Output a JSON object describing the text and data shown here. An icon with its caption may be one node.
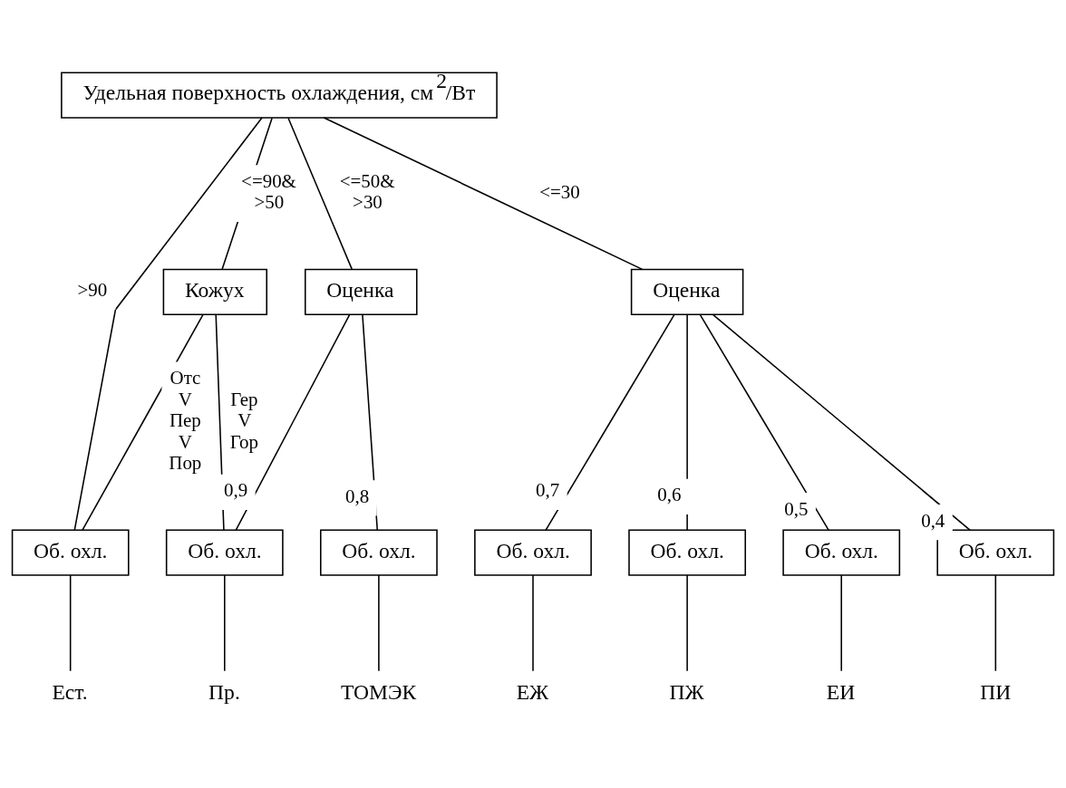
{
  "diagram": {
    "nodes": [
      {
        "text": [
          "Удельная поверхность охлаждения, см$^{2}$/Вт"
        ]
      },
      {
        "text": [
          "Кожух"
        ]
      },
      {
        "text": [
          "Оценка"
        ]
      },
      {
        "text": [
          "Оценка"
        ]
      },
      {
        "text": [
          "Об. охл."
        ]
      },
      {
        "text": [
          "Об. охл."
        ]
      },
      {
        "text": [
          "Об. охл."
        ]
      },
      {
        "text": [
          "Об. охл."
        ]
      },
      {
        "text": [
          "Об. охл."
        ]
      },
      {
        "text": [
          "Об. охл."
        ]
      },
      {
        "text": [
          "Об. охл."
        ]
      },
      {
        "text": [
          "Ест."
        ]
      },
      {
        "text": [
          "Пр."
        ]
      },
      {
        "text": [
          "ТОМЭК"
        ]
      },
      {
        "text": [
          "ЕЖ"
        ]
      },
      {
        "text": [
          "ПЖ"
        ]
      },
      {
        "text": [
          "ЕИ"
        ]
      },
      {
        "text": [
          "ПИ"
        ]
      }
    ],
    "edges": [
      {
        "from": 0,
        "to": 4,
        "arrow": "none",
        "label": ">90"
      },
      {
        "from": 0,
        "to": 1,
        "arrow": "none",
        "label": "<=90& >50"
      },
      {
        "from": 0,
        "to": 2,
        "arrow": "none",
        "label": "<=50& >30"
      },
      {
        "from": 0,
        "to": 3,
        "arrow": "none",
        "label": "<=30"
      },
      {
        "from": 1,
        "to": 4,
        "arrow": "none",
        "label": "Отс V Пер V Пор"
      },
      {
        "from": 1,
        "to": 5,
        "arrow": "none",
        "label": "Гер V Гор"
      },
      {
        "from": 2,
        "to": 5,
        "arrow": "none",
        "label": "0,9"
      },
      {
        "from": 2,
        "to": 6,
        "arrow": "none",
        "label": "0,8"
      },
      {
        "from": 3,
        "to": 7,
        "arrow": "none",
        "label": "0,7"
      },
      {
        "from": 3,
        "to": 8,
        "arrow": "none",
        "label": "0,6"
      },
      {
        "from": 3,
        "to": 9,
        "arrow": "none",
        "label": "0,5"
      },
      {
        "from": 3,
        "to": 10,
        "arrow": "none",
        "label": "0,4"
      },
      {
        "from": 4,
        "to": 11,
        "arrow": "none"
      },
      {
        "from": 5,
        "to": 12,
        "arrow": "none"
      },
      {
        "from": 6,
        "to": 13,
        "arrow": "none"
      },
      {
        "from": 7,
        "to": 14,
        "arrow": "none"
      },
      {
        "from": 8,
        "to": 15,
        "arrow": "none"
      },
      {
        "from": 9,
        "to": 16,
        "arrow": "none"
      },
      {
        "from": 10,
        "to": 17,
        "arrow": "none"
      }
    ]
  }
}
